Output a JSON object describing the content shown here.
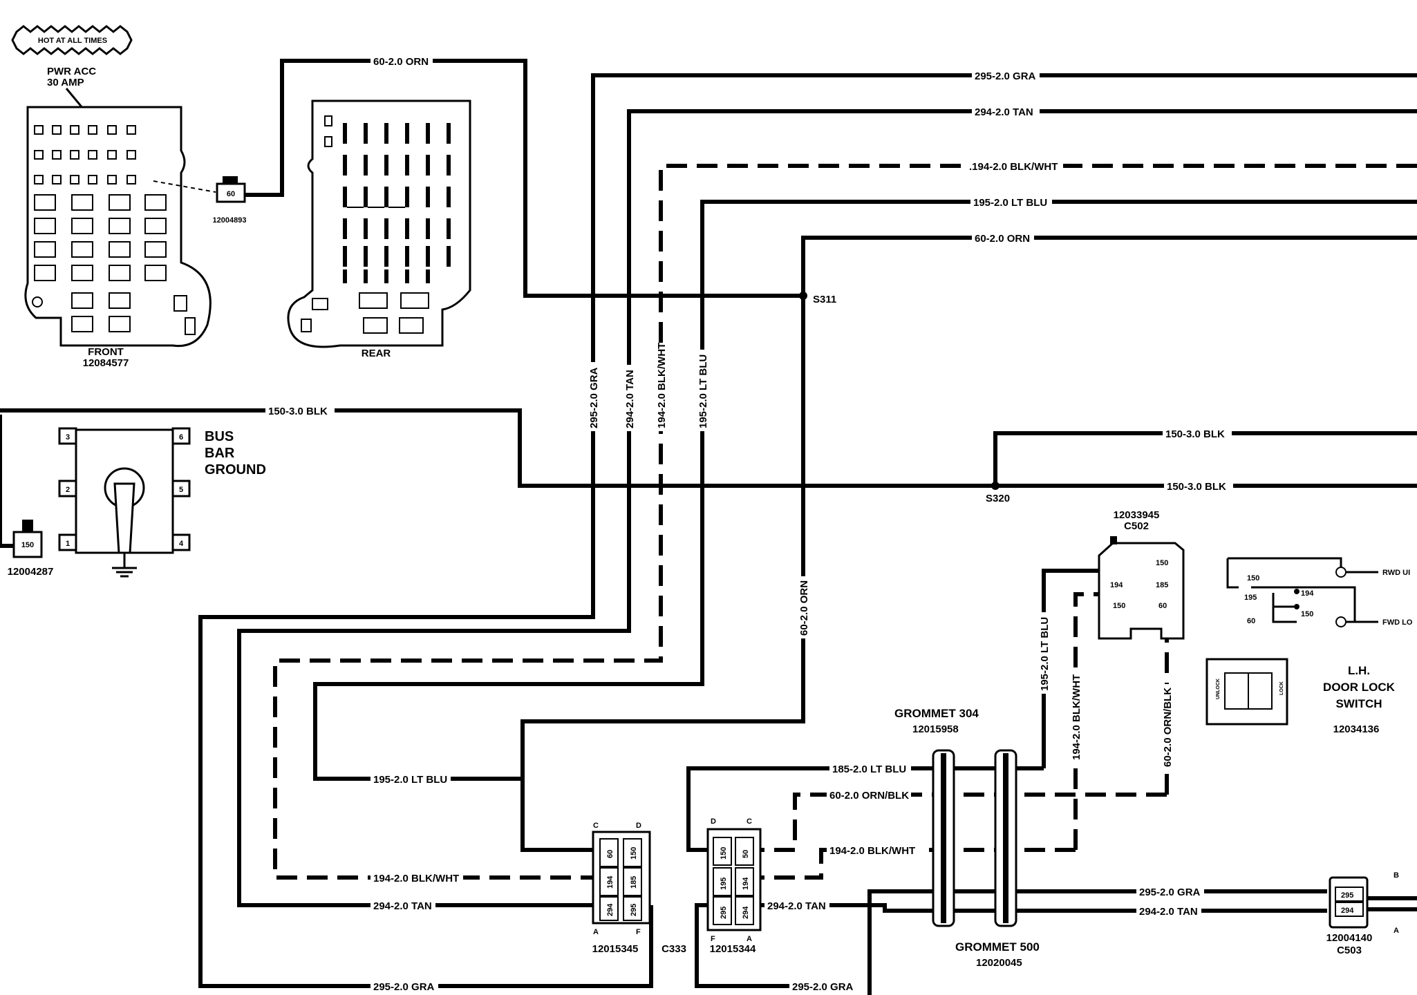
{
  "fuse_block": {
    "hot_banner": "HOT AT ALL TIMES",
    "pwr_acc_line1": "PWR ACC",
    "pwr_acc_line2": "30 AMP",
    "front_label": "FRONT",
    "front_part": "12084577",
    "rear_label": "REAR",
    "terminal_pin": "60",
    "terminal_part": "12004893"
  },
  "bus_bar": {
    "line1": "BUS",
    "line2": "BAR",
    "line3": "GROUND",
    "pins": [
      "3",
      "2",
      "1",
      "6",
      "5",
      "4"
    ],
    "eyelet_pin": "150",
    "eyelet_part": "12004287"
  },
  "wires": {
    "w60_orn": "60-2.0 ORN",
    "w295_gra": "295-2.0 GRA",
    "w294_tan": "294-2.0 TAN",
    "w194_blkwht_top": ".194-2.0 BLK/WHT",
    "w194_blkwht": "194-2.0 BLK/WHT",
    "w195_ltblu": "195-2.0 LT BLU",
    "w150_blk": "150-3.0 BLK",
    "w60_ornblk": "60-2.0 ORN/BLK",
    "w185_ltblu": "185-2.0 LT BLU"
  },
  "splices": {
    "s311": "S311",
    "s320": "S320"
  },
  "connectors": {
    "c333_part": "12015345",
    "c333_label": "C333",
    "c333_pins": [
      "60",
      "150",
      "194",
      "185",
      "294",
      "295"
    ],
    "c333_corner": [
      "C",
      "D",
      "A",
      "F"
    ],
    "c334_part": "12015344",
    "c334_pins": [
      "150",
      "50",
      "195",
      "194",
      "295",
      "294"
    ],
    "c334_corner": [
      "D",
      "C",
      "F",
      "A"
    ],
    "c502_part": "12033945",
    "c502_label": "C502",
    "c502_pins": [
      "150",
      "194",
      "185",
      "150",
      "60"
    ],
    "c503_part": "12004140",
    "c503_label": "C503",
    "c503_pins": [
      "295",
      "294"
    ],
    "c503_corner": [
      "B",
      "A"
    ]
  },
  "grommets": {
    "g304_label": "GROMMET 304",
    "g304_part": "12015958",
    "g500_label": "GROMMET 500",
    "g500_part": "12020045"
  },
  "door_switch": {
    "title_line1": "L.H.",
    "title_line2": "DOOR LOCK",
    "title_line3": "SWITCH",
    "part": "12034136",
    "unlock": "UNLOCK",
    "lock": "LOCK",
    "schematic_pins": [
      "150",
      "195",
      "60",
      "194",
      "150"
    ],
    "rwd_label": "RWD UI",
    "fwd_label": "FWD LO"
  }
}
